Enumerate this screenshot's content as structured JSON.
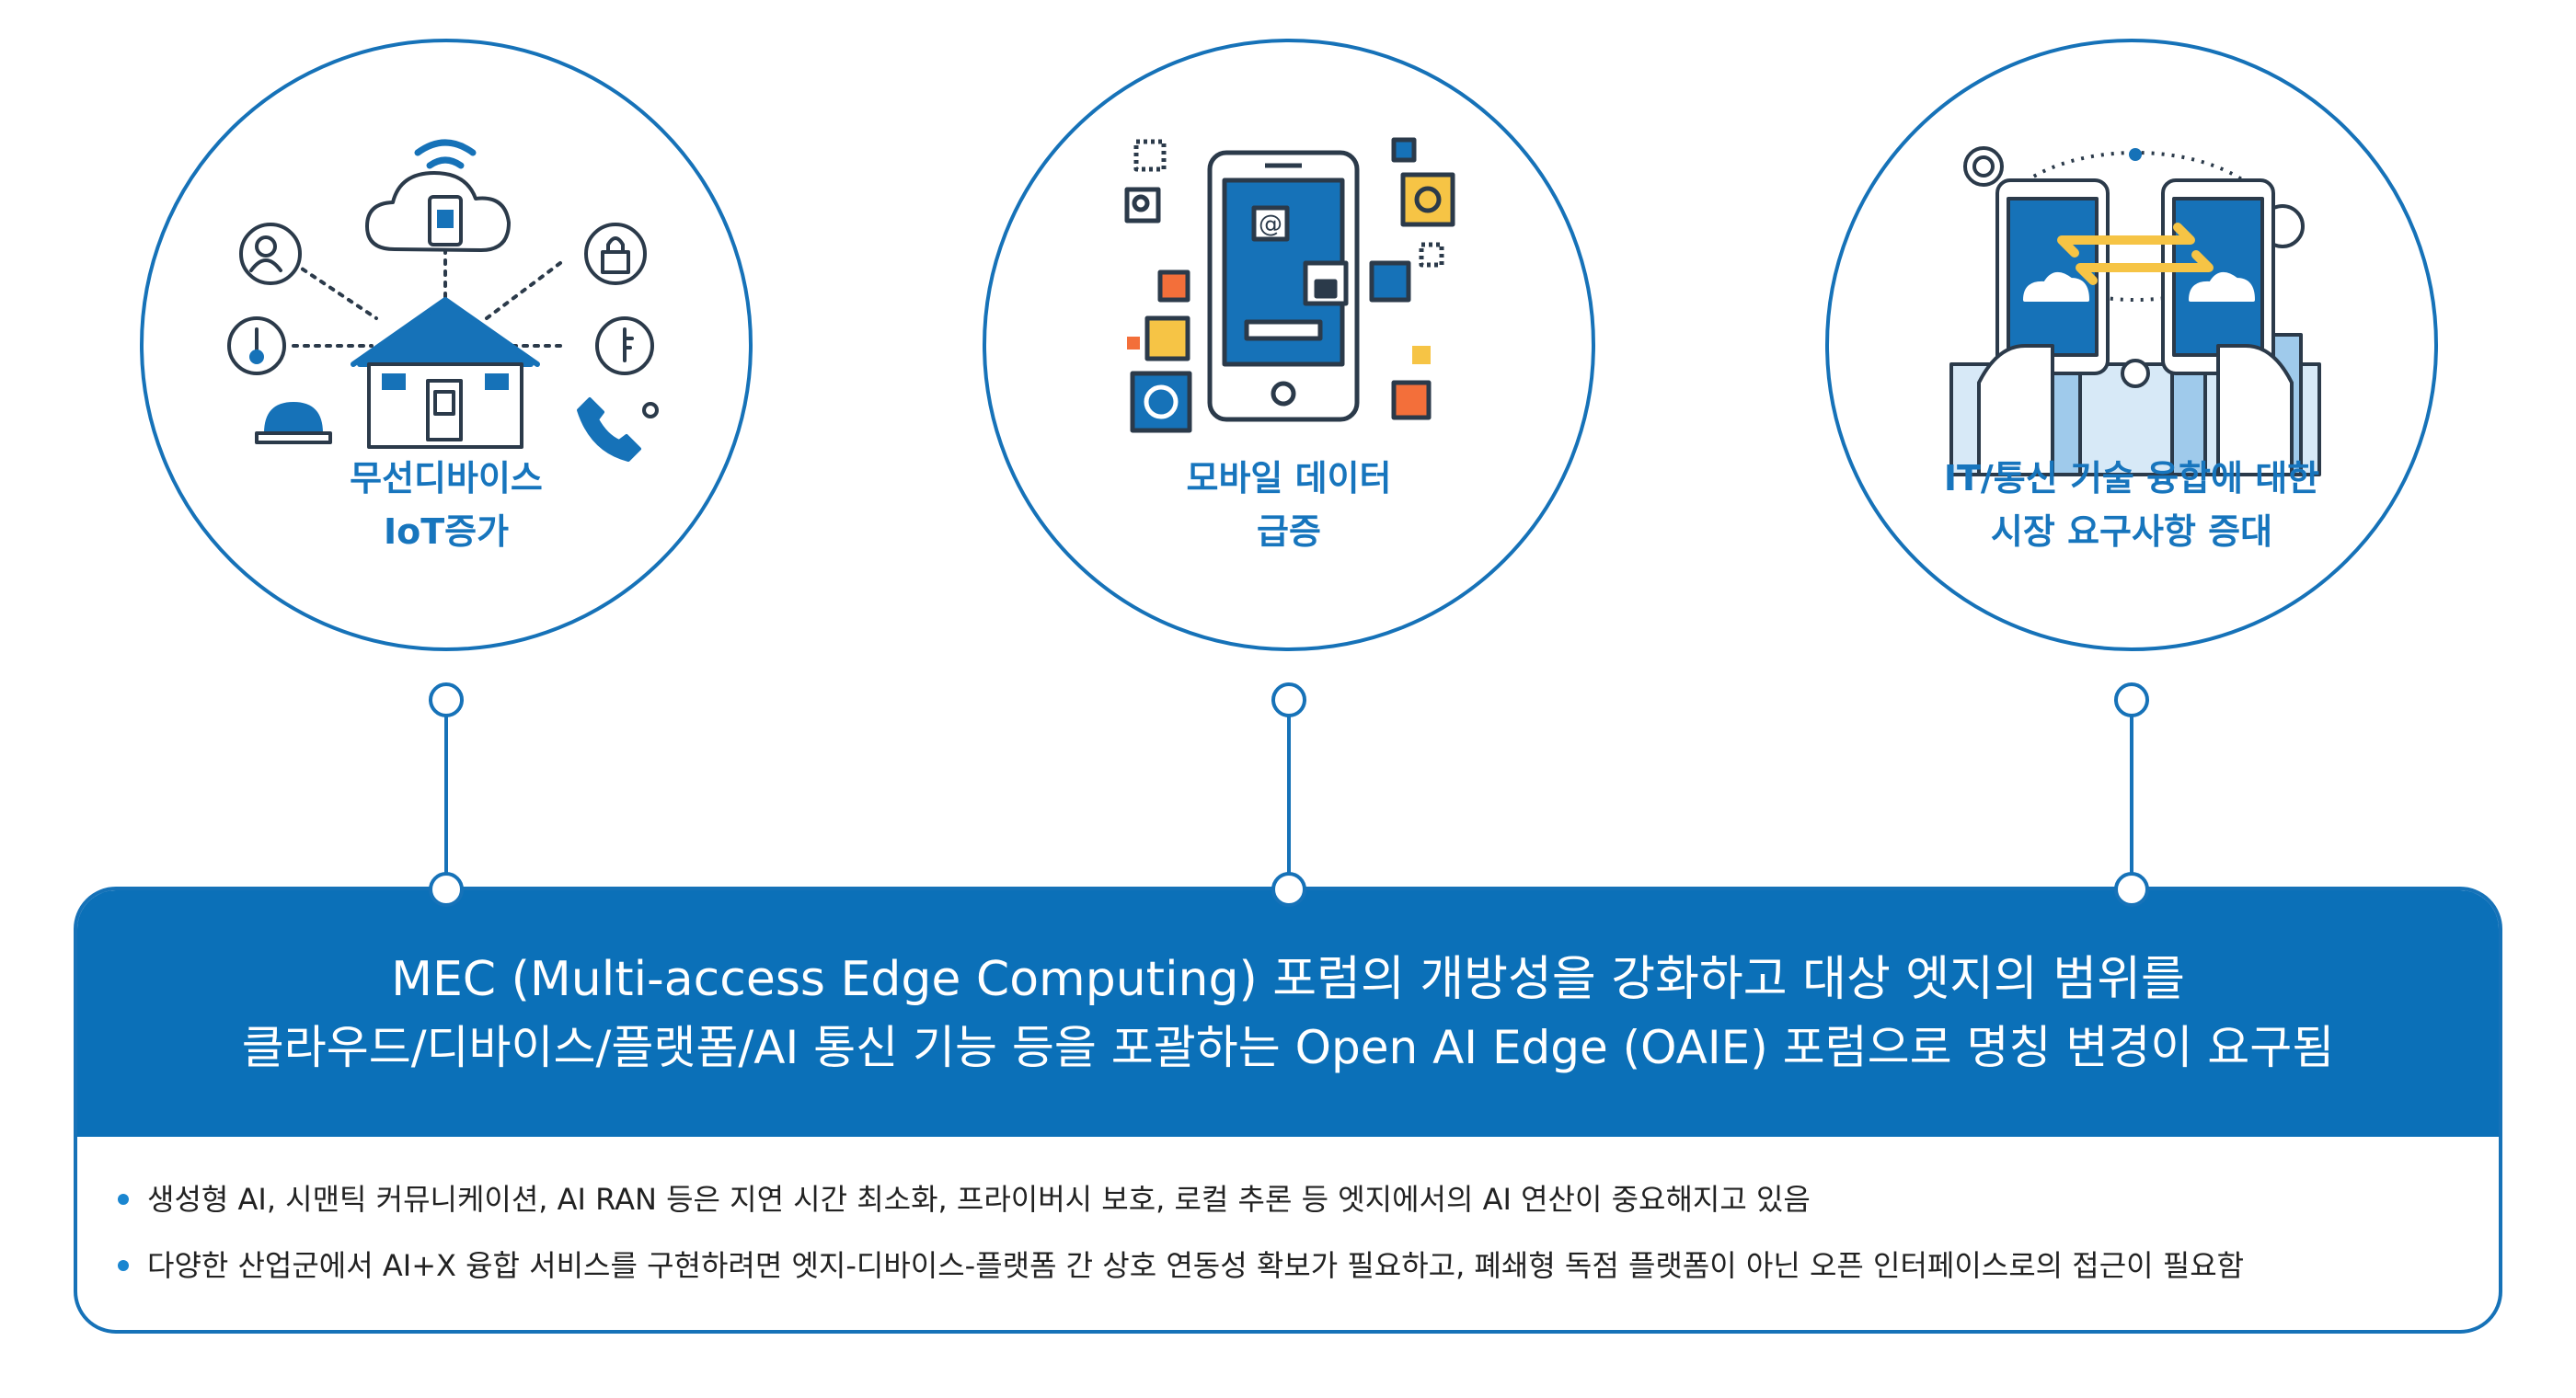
{
  "colors": {
    "primary": "#0b70b8",
    "outline": "#1672b8",
    "label": "#1775bd",
    "bullet": "#1a86d0",
    "accent_yellow": "#f6c445",
    "accent_orange": "#f36f3a"
  },
  "circles": [
    {
      "label_line1": "무선디바이스",
      "label_line2": "IoT증가",
      "icon": "smart-home-iot-icon"
    },
    {
      "label_line1": "모바일 데이터",
      "label_line2": "급증",
      "icon": "mobile-apps-icon"
    },
    {
      "label_line1": "IT/통신 기술 융합에 대한",
      "label_line2": "시장 요구사항 증대",
      "icon": "phone-data-exchange-city-icon"
    }
  ],
  "headline": {
    "line1": "MEC (Multi-access Edge Computing) 포럼의 개방성을 강화하고 대상 엣지의 범위를",
    "line2": "클라우드/디바이스/플랫폼/AI 통신 기능 등을 포괄하는 Open AI Edge (OAIE) 포럼으로 명칭 변경이 요구됨"
  },
  "bullets": [
    "생성형 AI, 시맨틱 커뮤니케이션, AI RAN 등은 지연 시간 최소화, 프라이버시 보호, 로컬 추론 등 엣지에서의 AI 연산이 중요해지고 있음",
    "다양한 산업군에서 AI+X 융합 서비스를 구현하려면 엣지-디바이스-플랫폼 간 상호 연동성 확보가 필요하고, 폐쇄형 독점 플랫폼이 아닌 오픈 인터페이스로의 접근이 필요함"
  ]
}
